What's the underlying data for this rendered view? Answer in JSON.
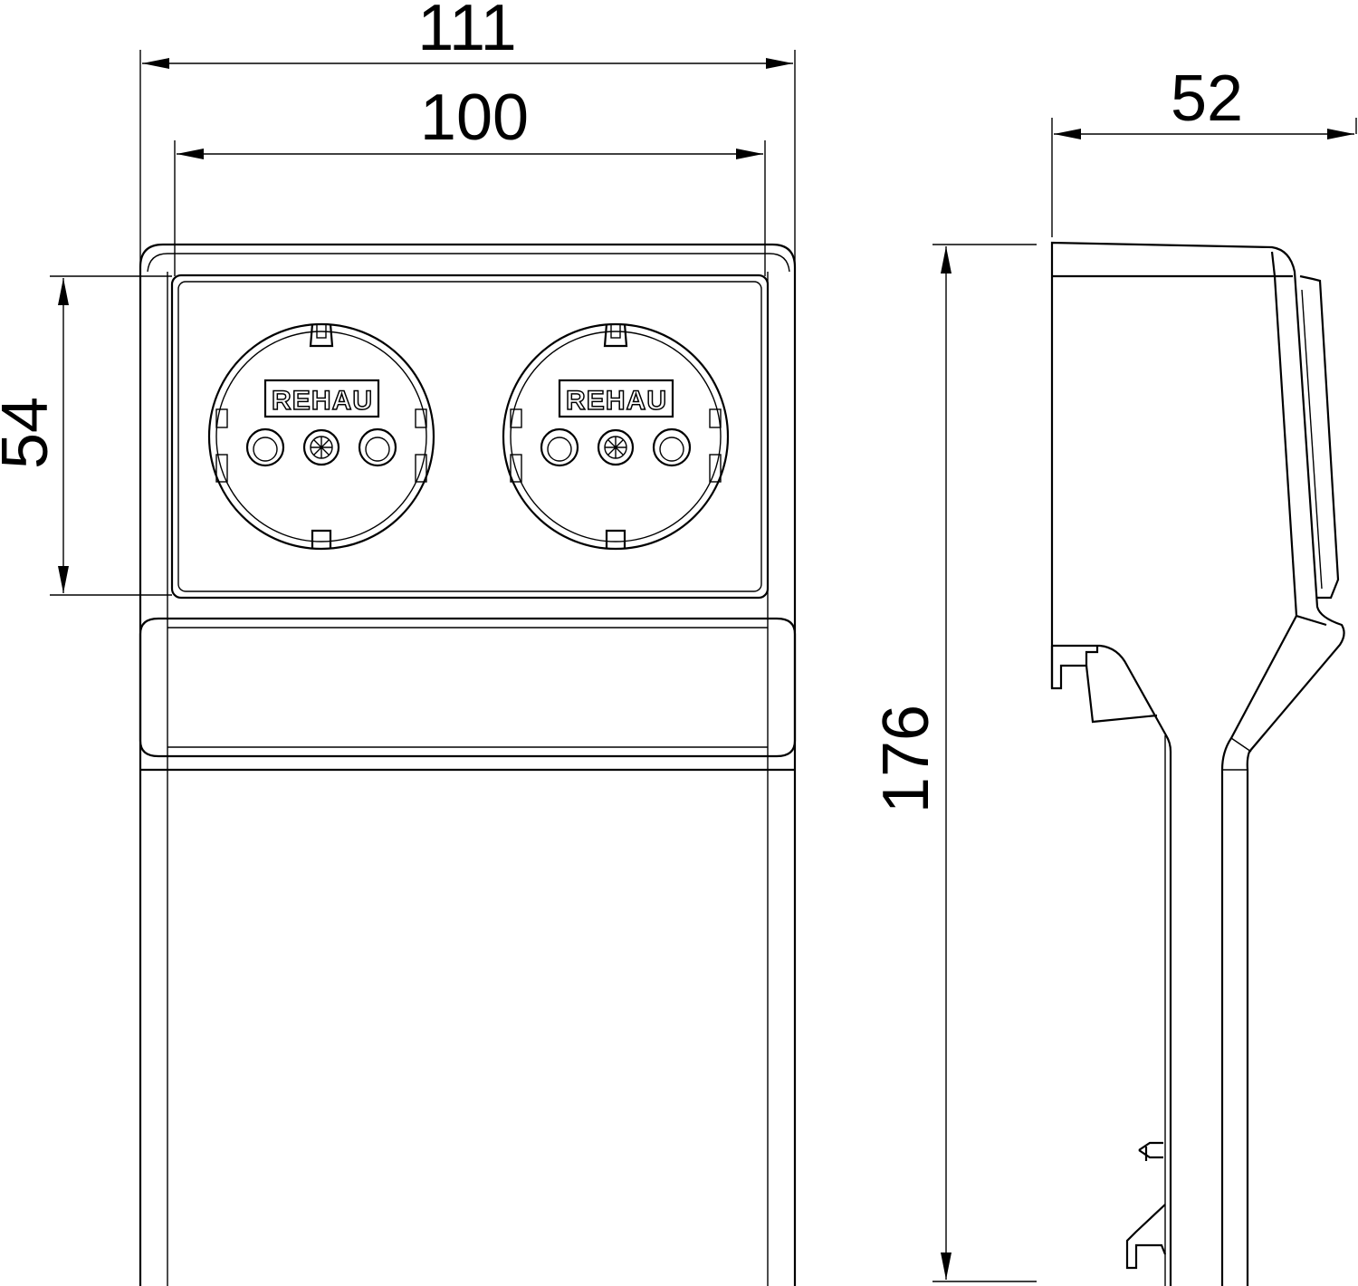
{
  "dimensions": {
    "overall_width": "111",
    "inner_width": "100",
    "socket_height": "54",
    "overall_height": "176",
    "depth": "52"
  },
  "sockets": [
    {
      "logo": "REHAU"
    },
    {
      "logo": "REHAU"
    }
  ],
  "colors": {
    "line": "#000000",
    "background": "#ffffff"
  }
}
